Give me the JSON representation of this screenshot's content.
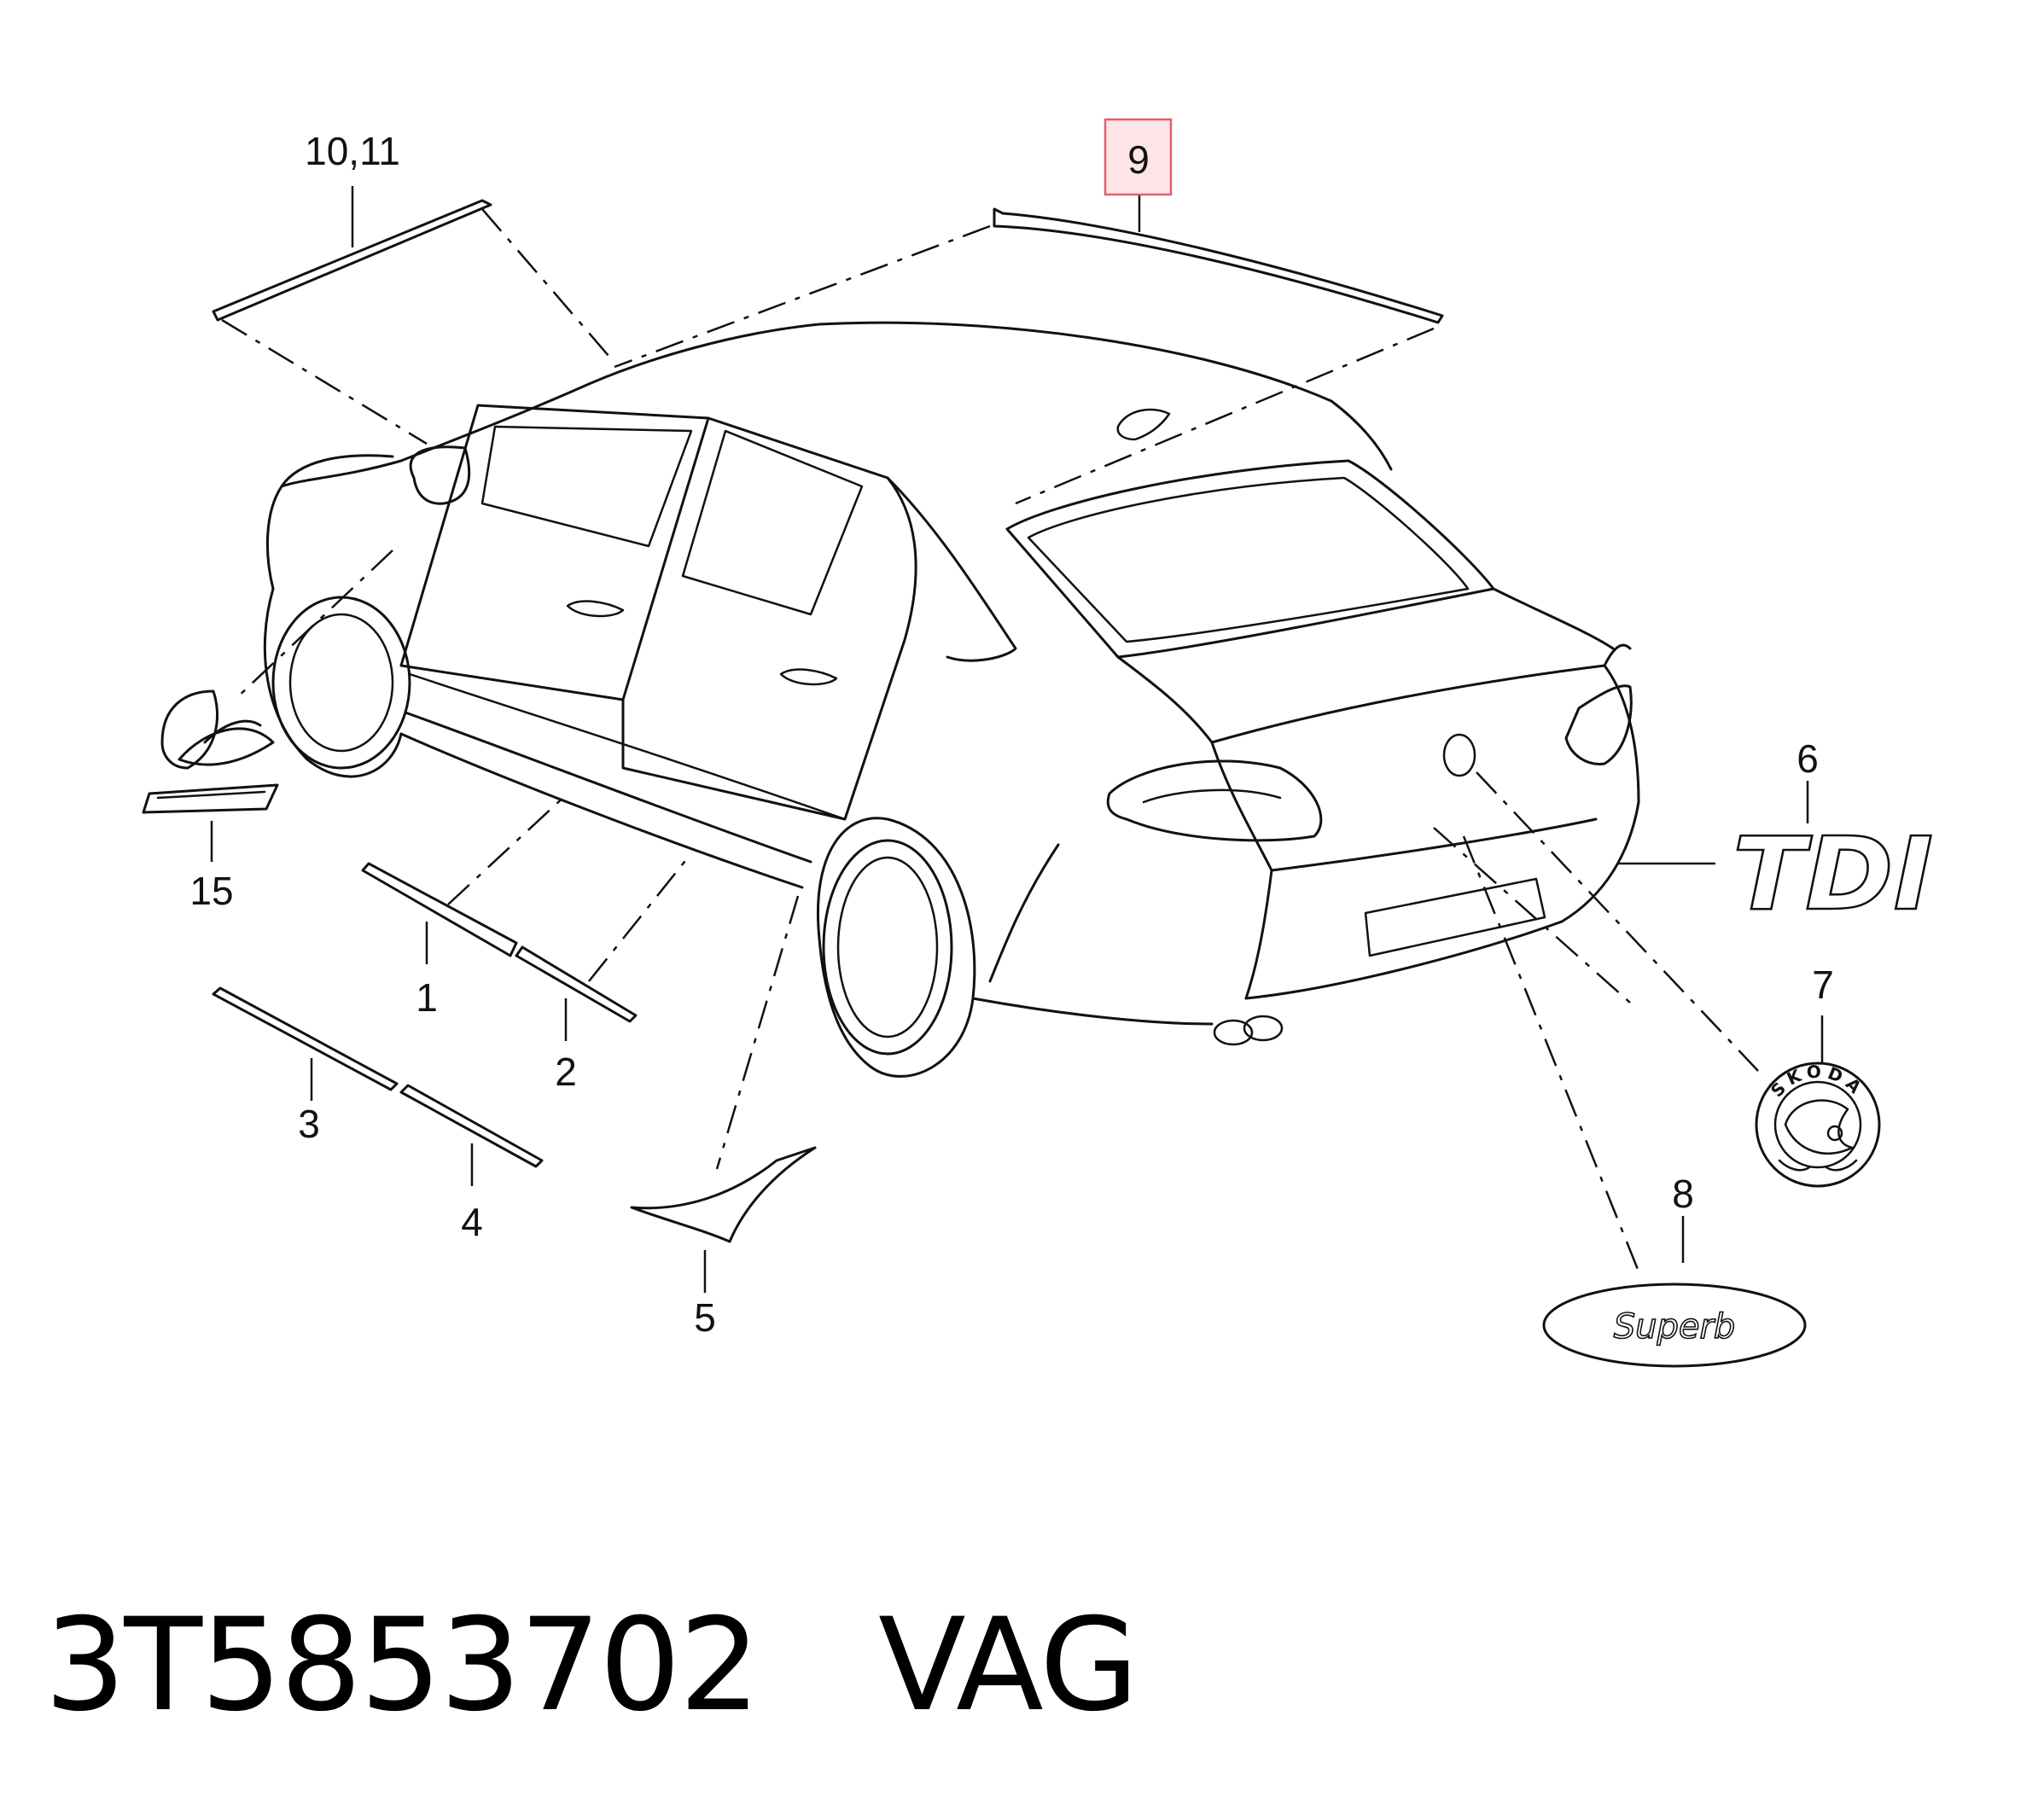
{
  "callouts": {
    "c1": "1",
    "c2": "2",
    "c3": "3",
    "c4": "4",
    "c5": "5",
    "c6": "6",
    "c7": "7",
    "c8": "8",
    "c9": "9",
    "c10_11": "10,11",
    "c15": "15"
  },
  "highlight": {
    "callout": "9",
    "color": "#e06070"
  },
  "badges": {
    "tdi": "TDI",
    "skoda": "ŠKODA",
    "superb": "Superb"
  },
  "footer": {
    "part_number": "3T5853702",
    "brand": "VAG"
  }
}
